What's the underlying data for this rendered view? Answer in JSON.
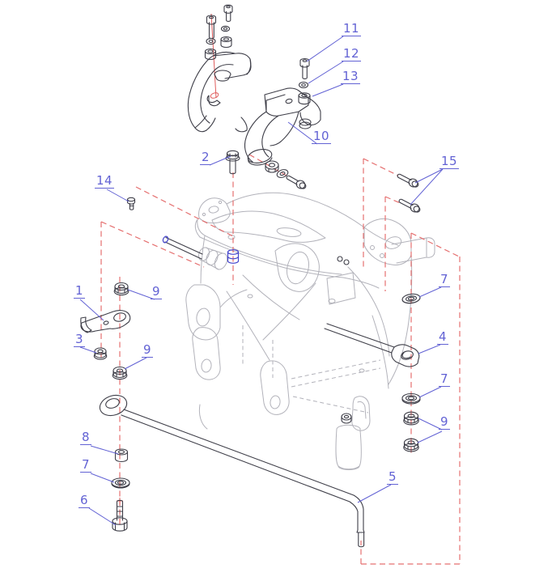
{
  "colors": {
    "background": "#ffffff",
    "label-blue": "#6262d4",
    "leader-blue": "#6262d4",
    "part-line": "#3e3e48",
    "housing-line": "#b2b2ba",
    "construction-red": "#e57070",
    "centerline-red": "#e05c5c",
    "highlight-blue": "#4343cc"
  },
  "callouts": {
    "c1": {
      "label": "1"
    },
    "c2": {
      "label": "2"
    },
    "c3": {
      "label": "3"
    },
    "c4": {
      "label": "4"
    },
    "c5": {
      "label": "5"
    },
    "c6": {
      "label": "6"
    },
    "c7a": {
      "label": "7"
    },
    "c7b": {
      "label": "7"
    },
    "c7c": {
      "label": "7"
    },
    "c8": {
      "label": "8"
    },
    "c9a": {
      "label": "9"
    },
    "c9b": {
      "label": "9"
    },
    "c9c": {
      "label": "9"
    },
    "c10": {
      "label": "10"
    },
    "c11": {
      "label": "11"
    },
    "c12": {
      "label": "12"
    },
    "c13": {
      "label": "13"
    },
    "c14": {
      "label": "14"
    },
    "c15": {
      "label": "15"
    }
  }
}
